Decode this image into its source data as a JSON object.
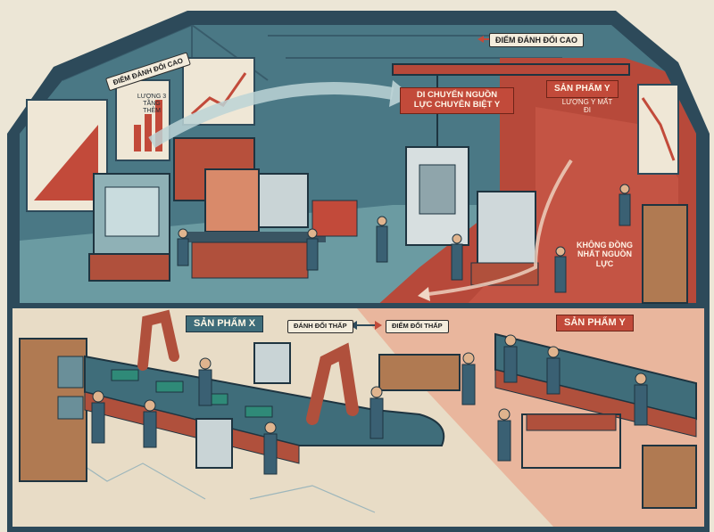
{
  "labels": {
    "top_right_banner": "ĐIỂM ĐÁNH ĐỔI CAO",
    "top_left_banner": "ĐIỂM ĐÁNH ĐỔI CAO",
    "chart_caption": "LƯỢNG 3 TẦNG THÊM",
    "move_resources": "DI CHUYỂN NGUỒN LỰC CHUYÊN BIỆT Y",
    "product_y_top": "SẢN PHẨM Y",
    "output_y_lost": "LƯỢNG Y MẤT ĐI",
    "uneven_resources": "KHÔNG ĐỒNG NHẤT NGUỒN LỰC",
    "product_x": "SẢN PHẨM X",
    "tradeoff_low_left": "ĐÁNH ĐỔI THẤP",
    "tradeoff_low_right": "ĐIỂM ĐỔI THẤP",
    "product_y_bottom": "SẢN PHẨM Y"
  },
  "colors": {
    "wall_teal": "#3f6d7a",
    "floor_teal": "#5f8f96",
    "rust_red": "#c24a3a",
    "floor_cream": "#e8dcc6",
    "dark_blue": "#2d4a5a"
  }
}
